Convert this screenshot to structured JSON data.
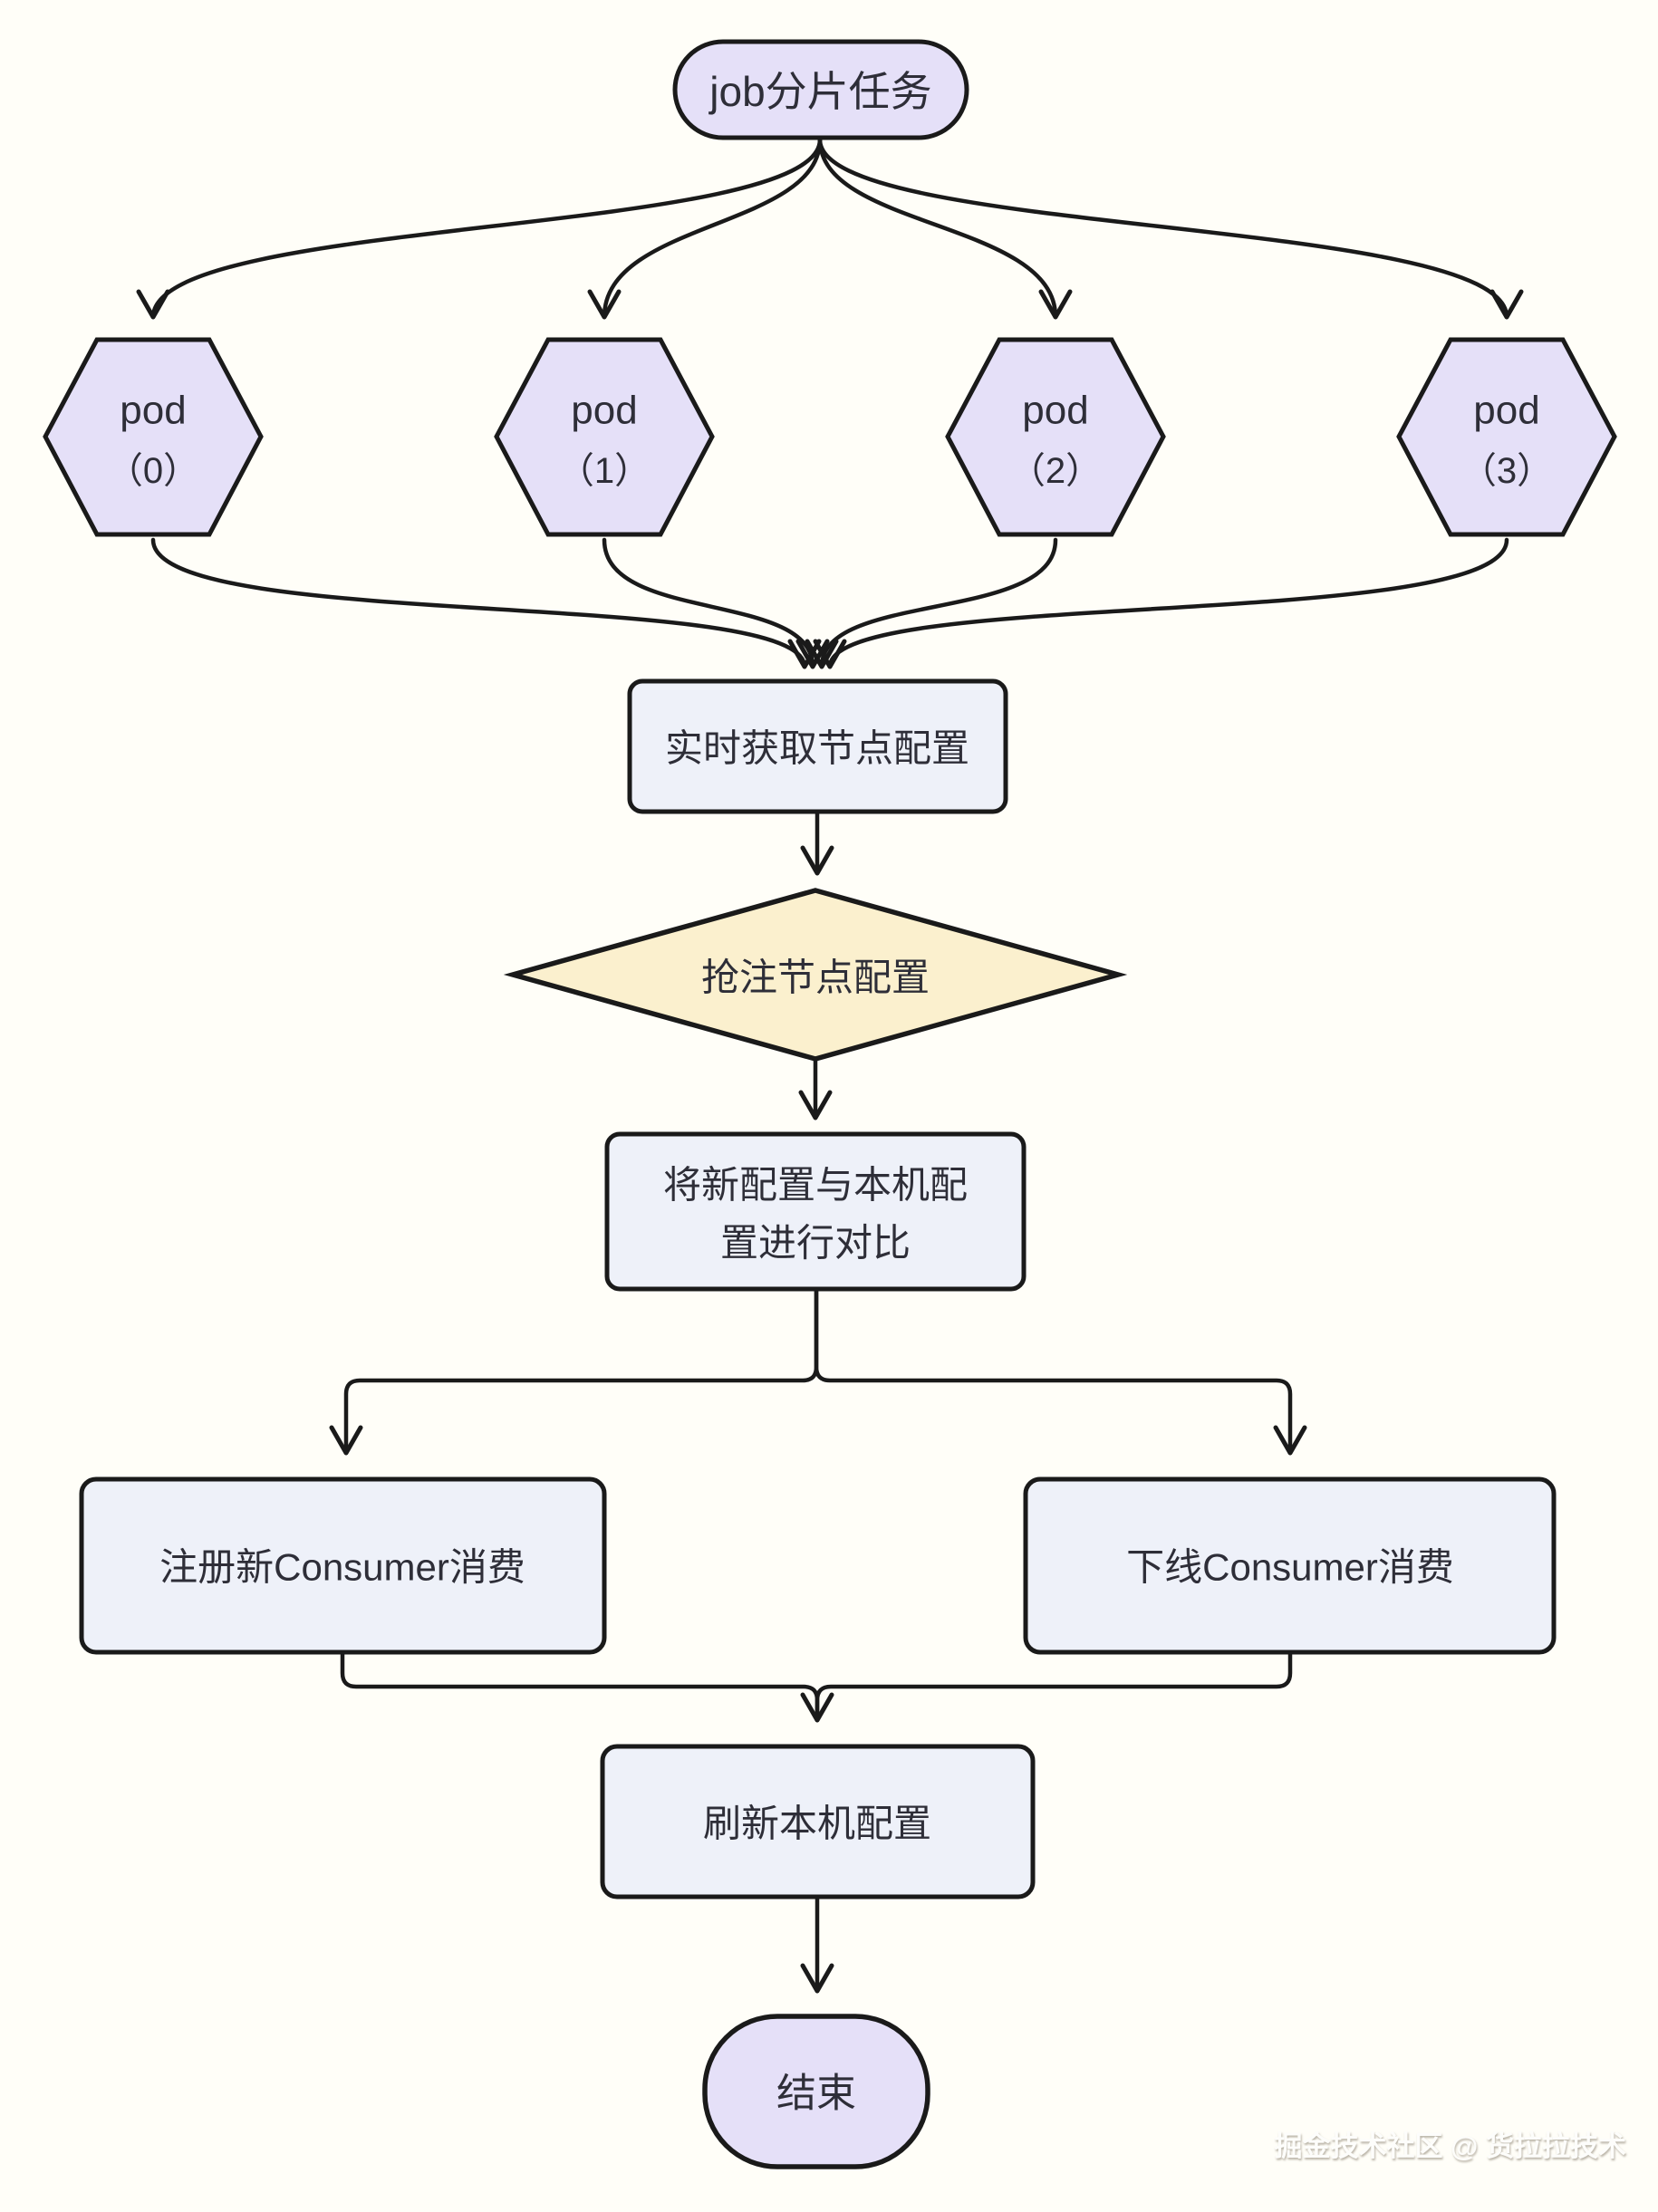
{
  "canvas": {
    "background": "#FFFEF8",
    "line_color": "#1A1A1A",
    "text_color": "#2E2E38"
  },
  "colors": {
    "purple_fill": "#E5E0F8",
    "blue_fill": "#EEF1F9",
    "yellow_fill": "#FBF0CE"
  },
  "nodes": {
    "start": {
      "label": "job分片任务"
    },
    "pods": [
      {
        "line1": "pod",
        "line2": "（0）"
      },
      {
        "line1": "pod",
        "line2": "（1）"
      },
      {
        "line1": "pod",
        "line2": "（2）"
      },
      {
        "line1": "pod",
        "line2": "（3）"
      }
    ],
    "fetch": {
      "label": "实时获取节点配置"
    },
    "decision": {
      "label": "抢注节点配置"
    },
    "compare": {
      "line1": "将新配置与本机配",
      "line2": "置进行对比"
    },
    "register": {
      "label": "注册新Consumer消费"
    },
    "offline": {
      "label": "下线Consumer消费"
    },
    "refresh": {
      "label": "刷新本机配置"
    },
    "end": {
      "label": "结束"
    }
  },
  "watermark": {
    "text": "掘金技术社区 @ 货拉拉技术"
  }
}
